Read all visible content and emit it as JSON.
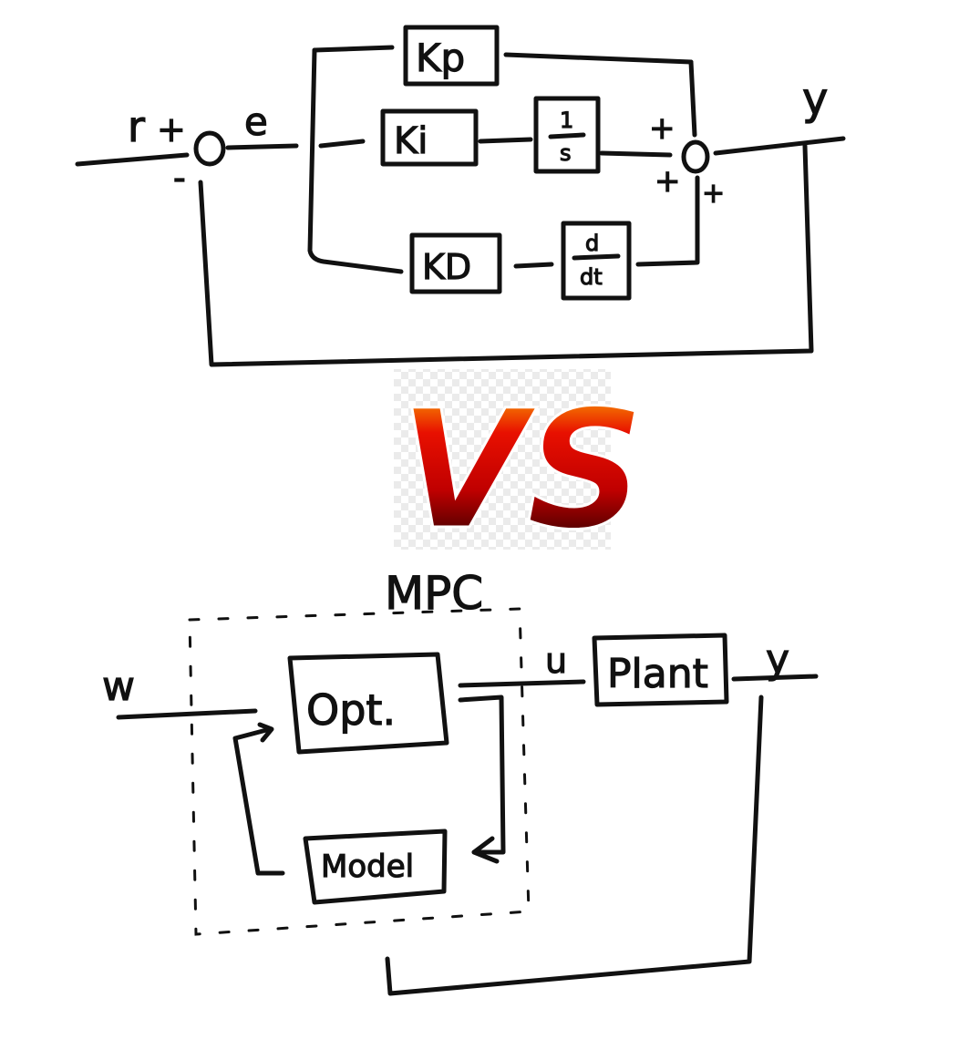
{
  "pid_diagram": {
    "reference_label": "r",
    "plus_sign": "+",
    "minus_sign": "-",
    "error_label": "e",
    "kp_label": "Kp",
    "ki_label": "Ki",
    "integrator_num": "1",
    "integrator_den": "s",
    "kd_label": "KD",
    "derivative_num": "d",
    "derivative_den": "dt",
    "sum_sign_top": "+",
    "sum_sign_left": "+",
    "sum_sign_bottom": "+",
    "output_label": "y"
  },
  "versus_logo": {
    "text": "VS",
    "colors": {
      "top": "#ffd400",
      "middle": "#e81000",
      "bottom": "#000000"
    }
  },
  "mpc_diagram": {
    "title": "MPC",
    "setpoint_label": "w",
    "opt_label": "Opt.",
    "model_label": "Model",
    "control_label": "u",
    "plant_label": "Plant",
    "output_label": "y"
  }
}
